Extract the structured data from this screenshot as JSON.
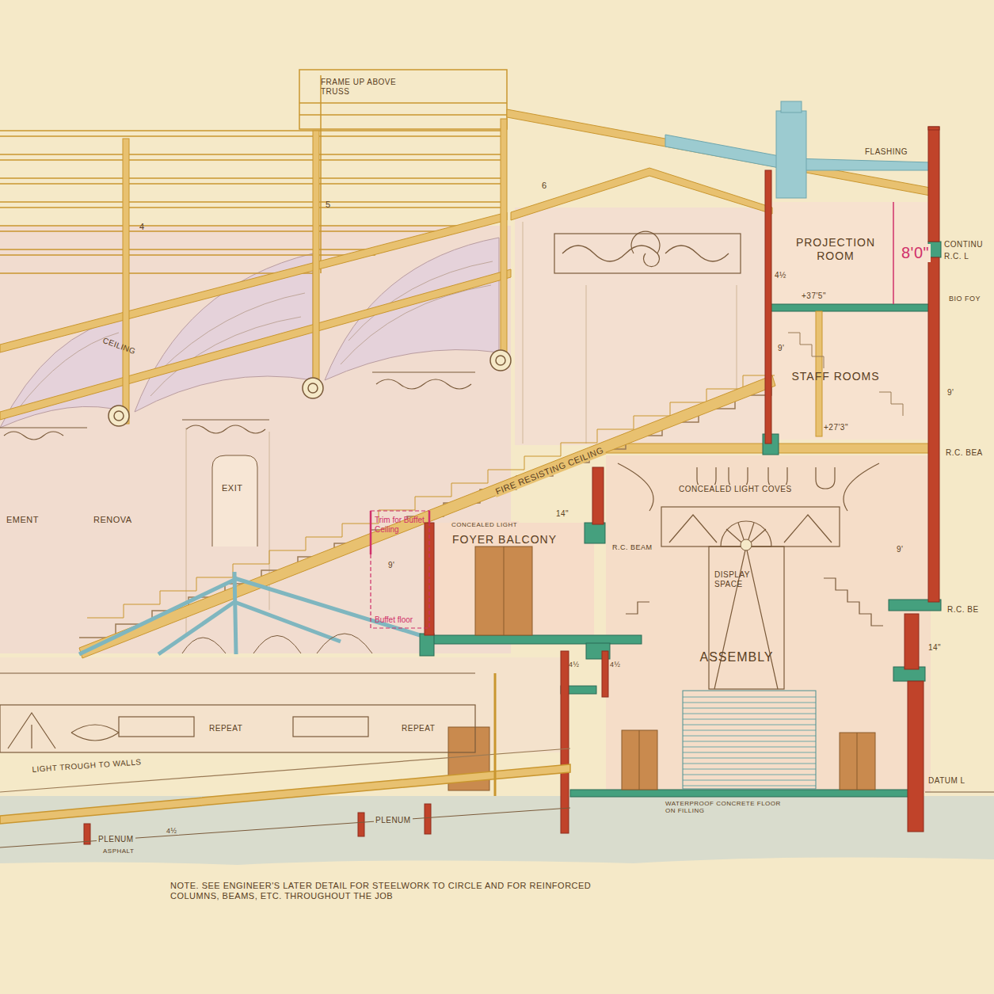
{
  "diagram": {
    "nodes": [
      {
        "text": [
          "PROJECTION ROOM"
        ]
      },
      {
        "text": [
          "STAFF ROOMS"
        ]
      },
      {
        "text": [
          "FOYER BALCONY"
        ]
      },
      {
        "text": [
          "ASSEMBLY"
        ]
      },
      {
        "text": [
          "Trim for Buffet Ceiling",
          "Buffet floor"
        ]
      }
    ],
    "labels": [
      "FRAME UP ABOVE TRUSS",
      "FLASHING",
      "6",
      "5",
      "4",
      "CEILING",
      "4½",
      "8'0\"",
      "+37'5\"",
      "CONTINU",
      "R.C. L",
      "BIO FOY",
      "9'",
      "9'",
      "+27'3\"",
      "R.C. BEA",
      "FIRE RESISTING CEILING",
      "14\"",
      "CONCEALED LIGHT COVES",
      "EXIT",
      "EMENT",
      "RENOVA",
      "9'",
      "CONCEALED LIGHT",
      "R.C. BEAM",
      "DISPLAY SPACE",
      "9'",
      "R.C. BE",
      "4½",
      "4½",
      "14\"",
      "REPEAT",
      "REPEAT",
      "LIGHT TROUGH TO WALLS",
      "PLENUM",
      "PLENUM",
      "4½",
      "ASPHALT",
      "WATERPROOF CONCRETE FLOOR ON FILLING",
      "DATUM L",
      "NOTE. SEE ENGINEER'S LATER DETAIL FOR STEELWORK TO CIRCLE AND FOR REINFORCED COLUMNS, BEAMS, ETC. THROUGHOUT THE JOB"
    ]
  }
}
